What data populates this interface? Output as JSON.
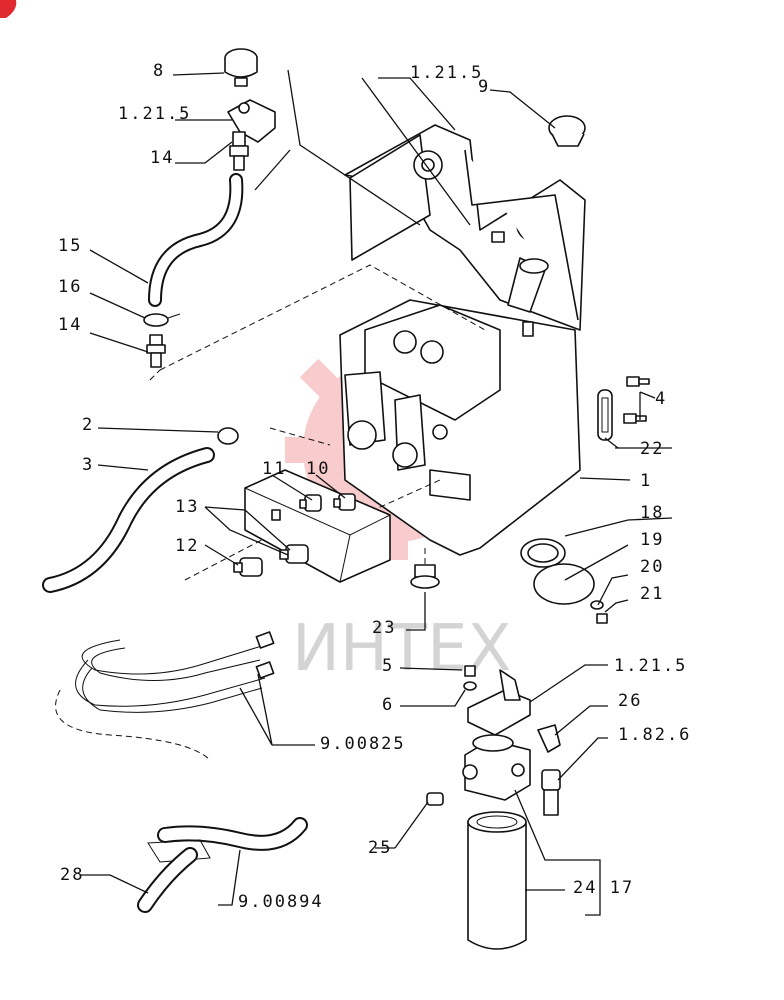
{
  "watermark": {
    "text": "ИНТЕХ",
    "color": "#e8474c"
  },
  "labels": {
    "p8": "8",
    "p1215a": "1.21.5",
    "p9": "9",
    "p1215b": "1.21.5",
    "p14a": "14",
    "p15": "15",
    "p16": "16",
    "p14b": "14",
    "p4": "4",
    "p22": "22",
    "p2": "2",
    "p3": "3",
    "p11": "11",
    "p10": "10",
    "p1": "1",
    "p13": "13",
    "p18": "18",
    "p19": "19",
    "p12": "12",
    "p20": "20",
    "p21": "21",
    "p23": "23",
    "p5": "5",
    "p1215c": "1.21.5",
    "p6": "6",
    "p26": "26",
    "p1826": "1.82.6",
    "p900825": "9.00825",
    "p25": "25",
    "p2417": "24 17",
    "p28": "28",
    "p900894": "9.00894"
  }
}
